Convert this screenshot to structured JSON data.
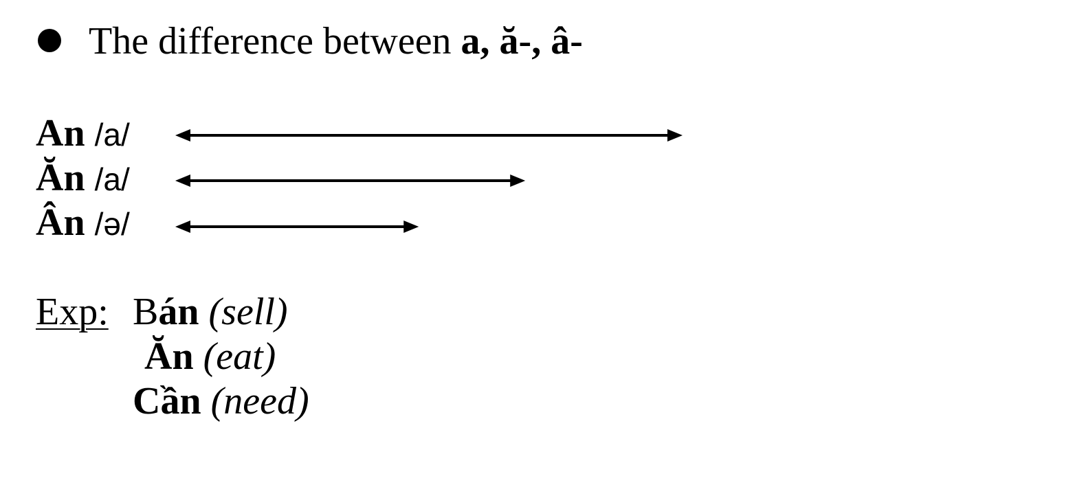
{
  "heading": {
    "prefix": "The difference between ",
    "letters": "a, ă-, â-"
  },
  "vowels": [
    {
      "word": "An",
      "ipa": "/a/",
      "relative_length": 1.0
    },
    {
      "word": "Ăn",
      "ipa": "/a/",
      "relative_length": 0.69
    },
    {
      "word": "Ân",
      "ipa": "/ə/",
      "relative_length": 0.48
    }
  ],
  "examples": {
    "label": "Exp:",
    "items": [
      {
        "plain": "B",
        "bold": "án",
        "gloss": "(sell)"
      },
      {
        "plain": "",
        "bold": "Ăn",
        "gloss": "(eat)"
      },
      {
        "plain": "",
        "bold": "Cần",
        "gloss": "(need)"
      }
    ]
  }
}
